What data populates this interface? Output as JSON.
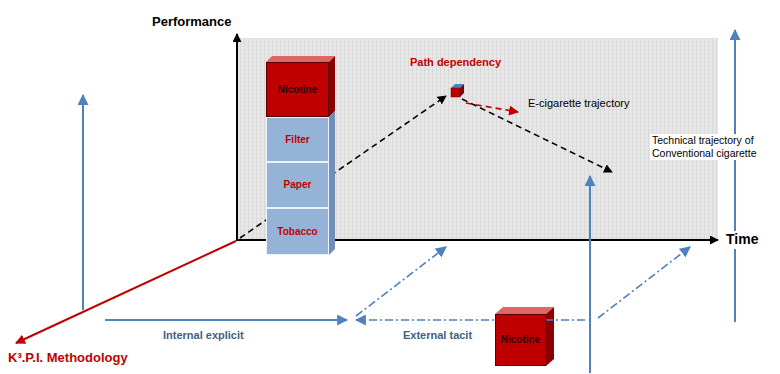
{
  "diagram": {
    "nodes": [
      {
        "text": [
          "Nicotine"
        ]
      },
      {
        "text": [
          "Filter"
        ]
      },
      {
        "text": [
          "Paper"
        ]
      },
      {
        "text": [
          "Tobacco"
        ]
      },
      {
        "text": [
          "Nicotine"
        ]
      }
    ],
    "labels": [
      "Performance",
      "Time",
      "Path dependency",
      "E-cigarette trajectory",
      "Technical trajectory of Conventional cigarette",
      "Internal explicit",
      "External tacit",
      "K³.P.I. Methodology"
    ]
  }
}
